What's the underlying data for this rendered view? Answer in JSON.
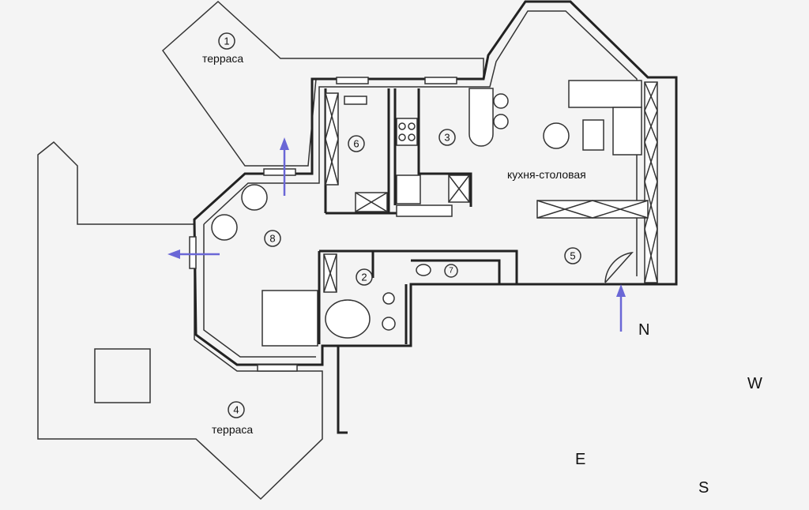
{
  "rooms": {
    "r1": {
      "number": "1",
      "label": "терраса"
    },
    "r2": {
      "number": "2"
    },
    "r3": {
      "number": "3"
    },
    "r4": {
      "number": "4",
      "label": "терраса"
    },
    "r5": {
      "number": "5"
    },
    "r6": {
      "number": "6"
    },
    "r7": {
      "number": "7"
    },
    "r8": {
      "number": "8"
    },
    "kitchen": {
      "label": "кухня-столовая"
    }
  },
  "compass": {
    "n": "N",
    "w": "W",
    "e": "E",
    "s": "S"
  },
  "colors": {
    "arrow": "#6a67d6",
    "wall": "#222222"
  }
}
